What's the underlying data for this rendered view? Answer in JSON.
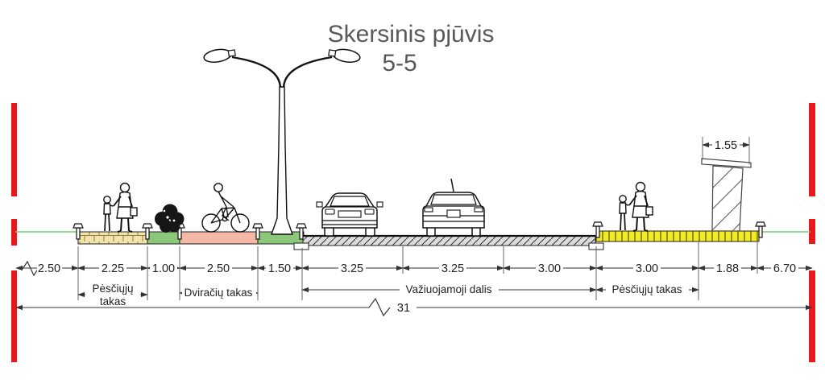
{
  "title": {
    "line1": "Skersinis pjūvis",
    "line2": "5-5"
  },
  "dims": {
    "row1": [
      "2.50",
      "2.25",
      "1.00",
      "2.50",
      "1.50",
      "3.25",
      "3.25",
      "3.00",
      "3.00",
      "1.88",
      "6.70"
    ],
    "sign_width": "1.55",
    "total": "31"
  },
  "labels": {
    "ped_left_1": "Pėsčiųjų",
    "ped_left_2": "takas",
    "bike": "Dviračių takas",
    "carriageway": "Važiuojamoji dalis",
    "ped_right": "Pėsčiųjų takas"
  },
  "zones": [
    {
      "name": "pedestrian-path-left",
      "width_m": "2.25",
      "surface": "pavers"
    },
    {
      "name": "green-strip-1",
      "width_m": "1.00",
      "surface": "grass"
    },
    {
      "name": "bike-path",
      "width_m": "2.50",
      "surface": "asphalt-red"
    },
    {
      "name": "green-strip-2",
      "width_m": "1.50",
      "surface": "grass"
    },
    {
      "name": "carriageway",
      "width_m": "9.50",
      "surface": "asphalt"
    },
    {
      "name": "pedestrian-path-right",
      "width_m": "4.88",
      "surface": "pavers-yellow"
    }
  ],
  "colors": {
    "section_marker_red": "#e8191c",
    "ground_line_green": "#6fd26f",
    "paver_tan": "#f3e3ac",
    "grass_green": "#8bc87a",
    "bike_pink": "#f5b8a6",
    "road_gray": "#dcdcdc",
    "paver_yellow": "#f2ea1f",
    "title_gray": "#58595b"
  },
  "icons": {
    "street_lamp": "double-arm-street-lamp",
    "car_front": "car-front-view",
    "car_rear": "car-rear-view",
    "pedestrians": "adult-with-child",
    "cyclist": "cyclist",
    "bush": "shrub",
    "sign": "hatched-panel-structure"
  }
}
